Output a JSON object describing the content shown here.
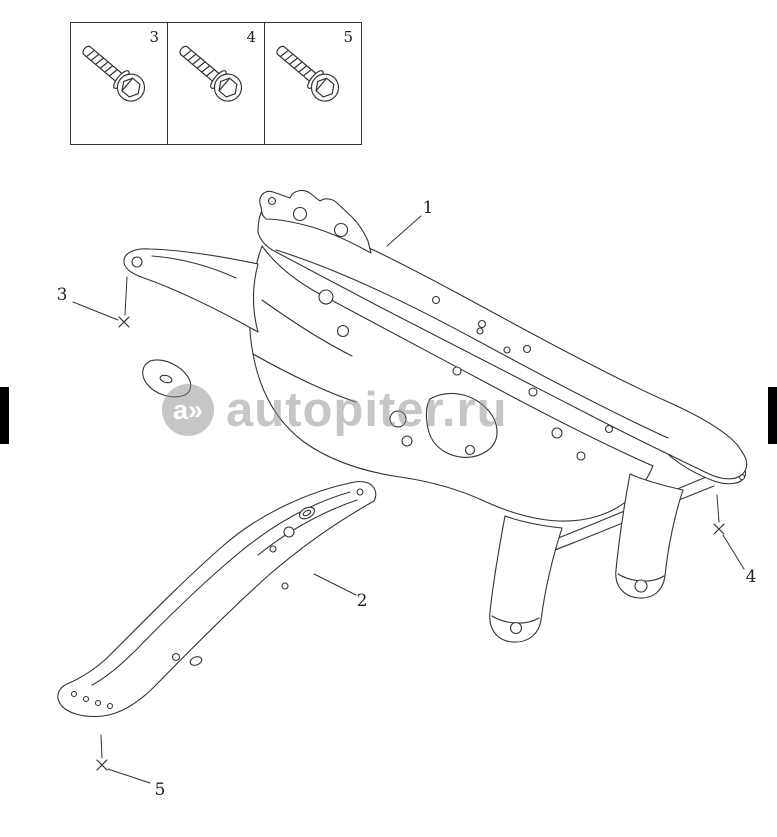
{
  "fasteners_table": {
    "cells": [
      {
        "label": "3",
        "icon": "bolt-icon"
      },
      {
        "label": "4",
        "icon": "bolt-icon"
      },
      {
        "label": "5",
        "icon": "bolt-icon"
      }
    ]
  },
  "callouts": [
    {
      "label": "1"
    },
    {
      "label": "2"
    },
    {
      "label": "3"
    },
    {
      "label": "4"
    },
    {
      "label": "5"
    }
  ],
  "watermark": {
    "logo": "a»",
    "text": "autopiter.ru"
  },
  "colors": {
    "line": "#333333",
    "watermark": "#8f8f8f"
  }
}
